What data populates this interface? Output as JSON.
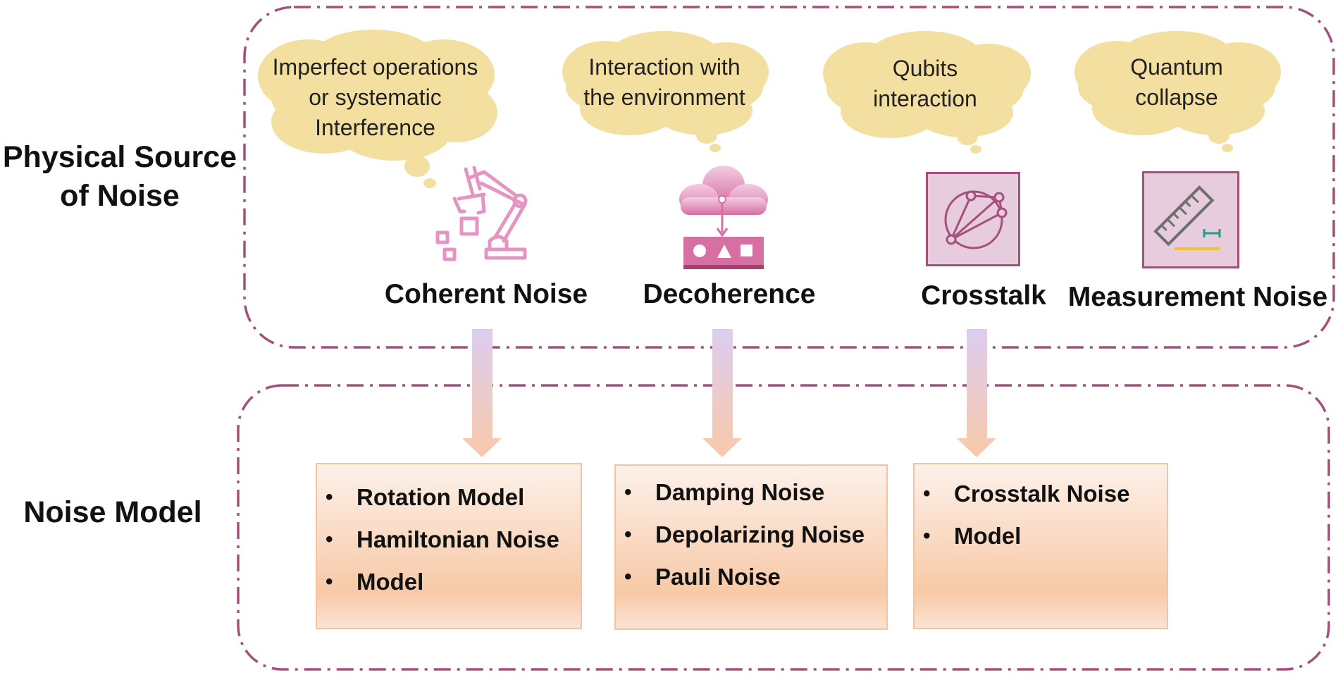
{
  "labels": {
    "physical_source": [
      "Physical Source",
      "of Noise"
    ],
    "noise_model": "Noise Model"
  },
  "sources": [
    {
      "name": "Coherent Noise",
      "cause": [
        "Imperfect operations",
        "or systematic",
        "Interference"
      ],
      "icon": "robot-arm-icon"
    },
    {
      "name": "Decoherence",
      "cause": [
        "Interaction with",
        "the environment"
      ],
      "icon": "cloud-data-icon"
    },
    {
      "name": "Crosstalk",
      "cause": [
        "Qubits",
        "interaction"
      ],
      "icon": "network-nodes-icon"
    },
    {
      "name": "Measurement Noise",
      "cause": [
        "Quantum",
        "collapse"
      ],
      "icon": "ruler-measure-icon"
    }
  ],
  "models": [
    {
      "items": [
        "Rotation Model",
        "Hamiltonian Noise",
        "Model"
      ]
    },
    {
      "items": [
        "Damping Noise",
        "Depolarizing Noise",
        "Pauli Noise"
      ]
    },
    {
      "items": [
        "Crosstalk Noise",
        "Model"
      ]
    }
  ],
  "colors": {
    "frame_border": "#a5507c",
    "cloud_fill": "#f3e0a0",
    "icon_pink": "#e495c4",
    "icon_box_fill": "#e6ccdc",
    "icon_box_border": "#a5507c",
    "arrow_top": "#dccdf1",
    "arrow_bottom": "#f9c9a9",
    "box_gradient_top": "#fdf1ea",
    "box_gradient_bottom": "#f7c9a7",
    "box_border": "#f4c4a2"
  }
}
